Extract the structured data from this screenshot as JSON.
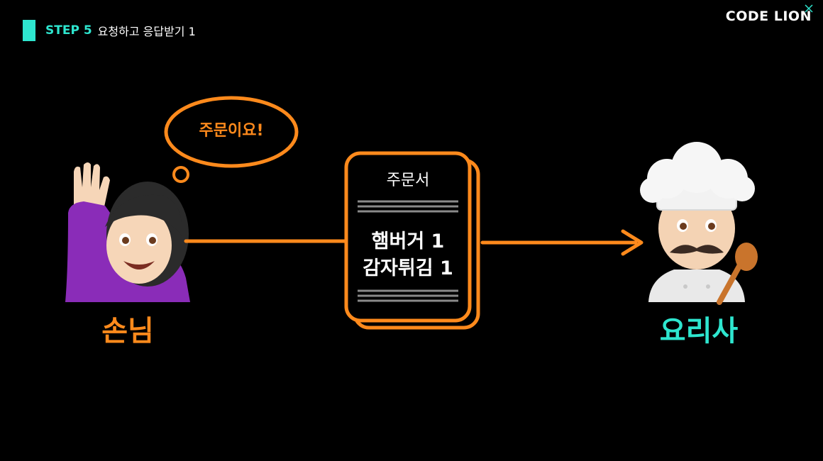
{
  "header": {
    "step": "STEP 5",
    "title": "요청하고 응답받기 1"
  },
  "logo": {
    "text": "CODE LION",
    "accent_color": "#2ee6cf"
  },
  "diagram": {
    "speech_bubble": "주문이요!",
    "order_sheet": {
      "title": "주문서",
      "items": [
        "햄버거 1",
        "감자튀김 1"
      ]
    },
    "customer_label": "손님",
    "chef_label": "요리사",
    "customer_icon": "raising-hand-woman-icon",
    "chef_icon": "chef-icon"
  },
  "colors": {
    "accent_orange": "#ff8a1c",
    "accent_teal": "#2ee6cf",
    "background": "#000000"
  }
}
